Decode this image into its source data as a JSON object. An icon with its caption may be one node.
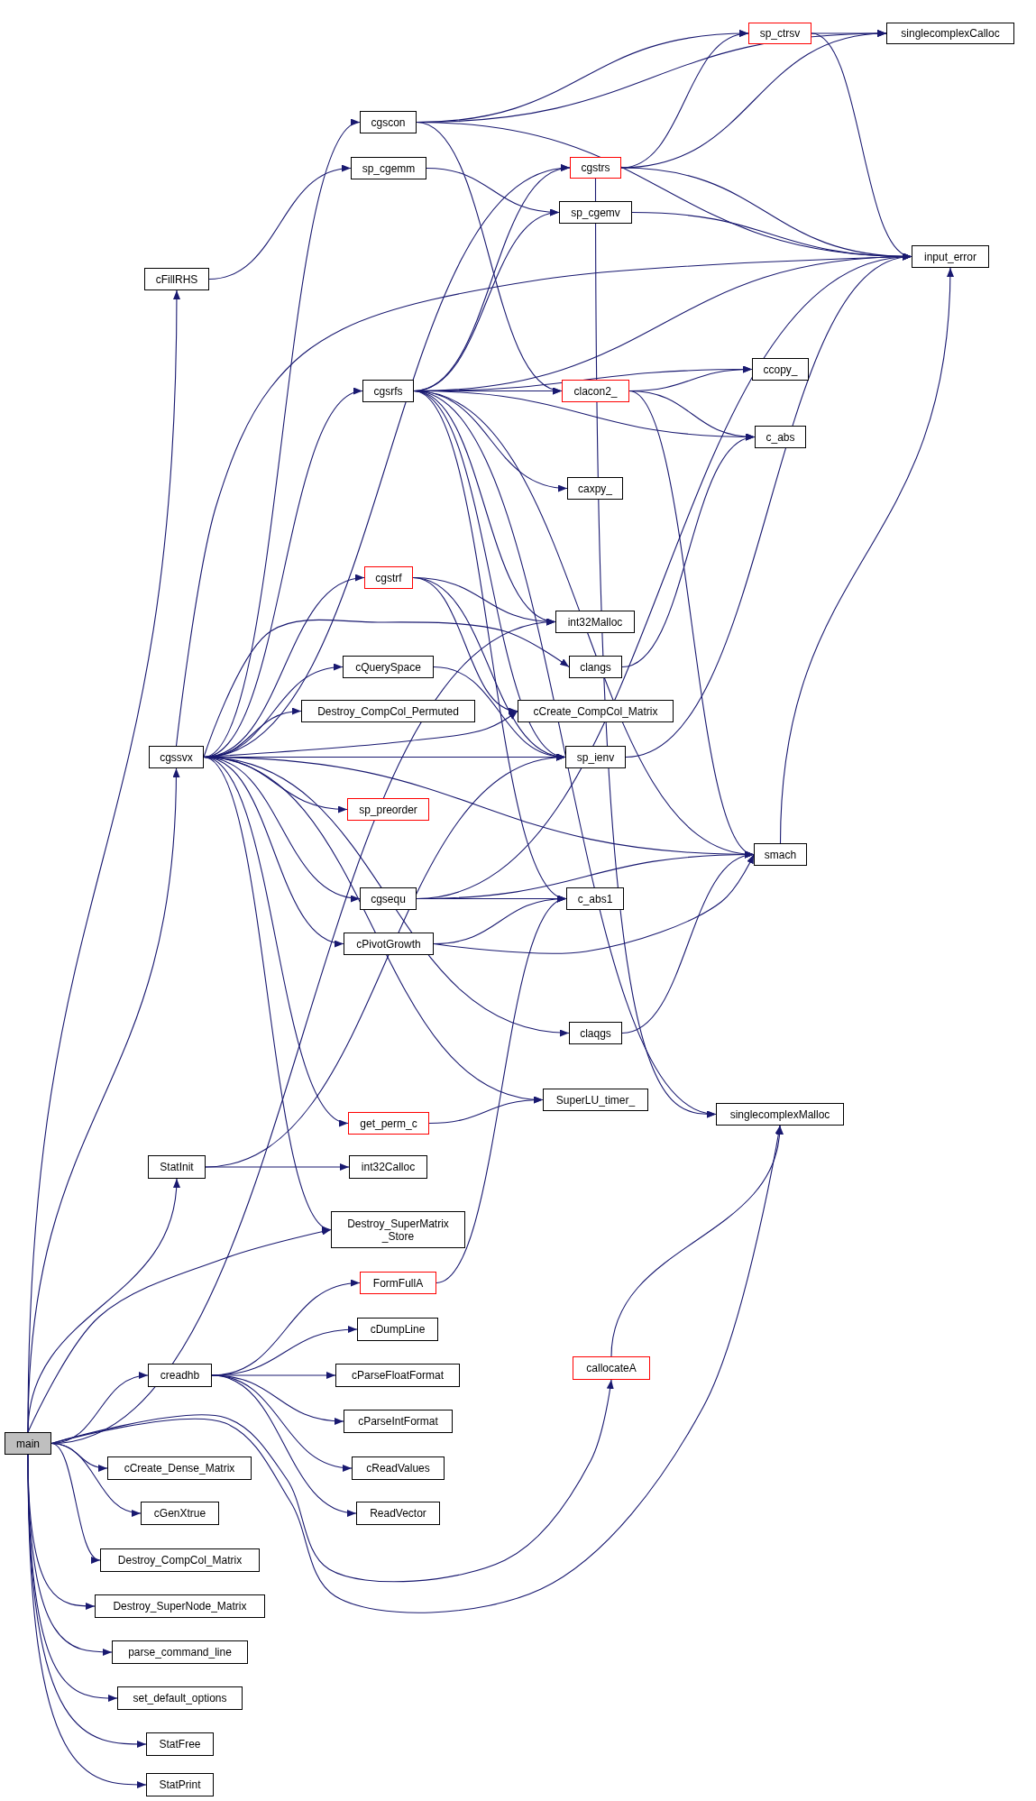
{
  "diagram": {
    "nodes": [
      {
        "text": [
          "main"
        ]
      },
      {
        "text": [
          "cFillRHS"
        ]
      },
      {
        "text": [
          "cgssvx"
        ]
      },
      {
        "text": [
          "StatInit"
        ]
      },
      {
        "text": [
          "Destroy_SuperMatrix _Store"
        ]
      },
      {
        "text": [
          "creadhb"
        ]
      },
      {
        "text": [
          "cCreate_Dense_Matrix"
        ]
      },
      {
        "text": [
          "cGenXtrue"
        ]
      },
      {
        "text": [
          "Destroy_CompCol_Matrix"
        ]
      },
      {
        "text": [
          "Destroy_SuperNode_Matrix"
        ]
      },
      {
        "text": [
          "parse_command_line"
        ]
      },
      {
        "text": [
          "set_default_options"
        ]
      },
      {
        "text": [
          "StatFree"
        ]
      },
      {
        "text": [
          "StatPrint"
        ]
      },
      {
        "text": [
          "callocateA"
        ]
      },
      {
        "text": [
          "singlecomplexMalloc"
        ]
      },
      {
        "text": [
          "int32Malloc"
        ]
      },
      {
        "text": [
          "sp_cgemm"
        ]
      },
      {
        "text": [
          "sp_cgemv"
        ]
      },
      {
        "text": [
          "cgscon"
        ]
      },
      {
        "text": [
          "cgstrs"
        ]
      },
      {
        "text": [
          "input_error"
        ]
      },
      {
        "text": [
          "cgsrfs"
        ]
      },
      {
        "text": [
          "cgstrf"
        ]
      },
      {
        "text": [
          "cQuerySpace"
        ]
      },
      {
        "text": [
          "Destroy_CompCol_Permuted"
        ]
      },
      {
        "text": [
          "cCreate_CompCol_Matrix"
        ]
      },
      {
        "text": [
          "sp_ienv"
        ]
      },
      {
        "text": [
          "sp_preorder"
        ]
      },
      {
        "text": [
          "cgsequ"
        ]
      },
      {
        "text": [
          "cPivotGrowth"
        ]
      },
      {
        "text": [
          "smach"
        ]
      },
      {
        "text": [
          "claqgs"
        ]
      },
      {
        "text": [
          "SuperLU_timer_"
        ]
      },
      {
        "text": [
          "get_perm_c"
        ]
      },
      {
        "text": [
          "int32Calloc"
        ]
      },
      {
        "text": [
          "FormFullA"
        ]
      },
      {
        "text": [
          "cDumpLine"
        ]
      },
      {
        "text": [
          "cParseFloatFormat"
        ]
      },
      {
        "text": [
          "cParseIntFormat"
        ]
      },
      {
        "text": [
          "cReadValues"
        ]
      },
      {
        "text": [
          "ReadVector"
        ]
      },
      {
        "text": [
          "sp_ctrsv"
        ]
      },
      {
        "text": [
          "singlecomplexCalloc"
        ]
      },
      {
        "text": [
          "clacon2_"
        ]
      },
      {
        "text": [
          "ccopy_"
        ]
      },
      {
        "text": [
          "c_abs"
        ]
      },
      {
        "text": [
          "caxpy_"
        ]
      },
      {
        "text": [
          "clangs"
        ]
      },
      {
        "text": [
          "c_abs1"
        ]
      }
    ],
    "edges": [
      {
        "from": 0,
        "to": 1,
        "arrow": "to"
      },
      {
        "from": 0,
        "to": 2,
        "arrow": "to"
      },
      {
        "from": 0,
        "to": 3,
        "arrow": "to"
      },
      {
        "from": 0,
        "to": 4,
        "arrow": "to"
      },
      {
        "from": 0,
        "to": 5,
        "arrow": "to"
      },
      {
        "from": 0,
        "to": 6,
        "arrow": "to"
      },
      {
        "from": 0,
        "to": 7,
        "arrow": "to"
      },
      {
        "from": 0,
        "to": 8,
        "arrow": "to"
      },
      {
        "from": 0,
        "to": 9,
        "arrow": "to"
      },
      {
        "from": 0,
        "to": 10,
        "arrow": "to"
      },
      {
        "from": 0,
        "to": 11,
        "arrow": "to"
      },
      {
        "from": 0,
        "to": 12,
        "arrow": "to"
      },
      {
        "from": 0,
        "to": 13,
        "arrow": "to"
      },
      {
        "from": 0,
        "to": 14,
        "arrow": "to"
      },
      {
        "from": 0,
        "to": 15,
        "arrow": "to"
      },
      {
        "from": 0,
        "to": 16,
        "arrow": "to"
      },
      {
        "from": 1,
        "to": 17,
        "arrow": "to"
      },
      {
        "from": 17,
        "to": 18,
        "arrow": "to"
      },
      {
        "from": 2,
        "to": 19,
        "arrow": "to"
      },
      {
        "from": 2,
        "to": 20,
        "arrow": "to"
      },
      {
        "from": 2,
        "to": 21,
        "arrow": "to"
      },
      {
        "from": 2,
        "to": 22,
        "arrow": "to"
      },
      {
        "from": 2,
        "to": 23,
        "arrow": "to"
      },
      {
        "from": 2,
        "to": 24,
        "arrow": "to"
      },
      {
        "from": 2,
        "to": 25,
        "arrow": "to"
      },
      {
        "from": 2,
        "to": 26,
        "arrow": "to"
      },
      {
        "from": 2,
        "to": 27,
        "arrow": "to"
      },
      {
        "from": 2,
        "to": 28,
        "arrow": "to"
      },
      {
        "from": 2,
        "to": 29,
        "arrow": "to"
      },
      {
        "from": 2,
        "to": 30,
        "arrow": "to"
      },
      {
        "from": 2,
        "to": 31,
        "arrow": "to"
      },
      {
        "from": 2,
        "to": 32,
        "arrow": "to"
      },
      {
        "from": 2,
        "to": 33,
        "arrow": "to"
      },
      {
        "from": 2,
        "to": 34,
        "arrow": "to"
      },
      {
        "from": 2,
        "to": 4,
        "arrow": "to"
      },
      {
        "from": 2,
        "to": 48,
        "arrow": "to"
      },
      {
        "from": 3,
        "to": 27,
        "arrow": "to"
      },
      {
        "from": 3,
        "to": 35,
        "arrow": "to"
      },
      {
        "from": 5,
        "to": 36,
        "arrow": "to"
      },
      {
        "from": 5,
        "to": 37,
        "arrow": "to"
      },
      {
        "from": 5,
        "to": 38,
        "arrow": "to"
      },
      {
        "from": 5,
        "to": 39,
        "arrow": "to"
      },
      {
        "from": 5,
        "to": 40,
        "arrow": "to"
      },
      {
        "from": 5,
        "to": 41,
        "arrow": "to"
      },
      {
        "from": 36,
        "to": 49,
        "arrow": "to"
      },
      {
        "from": 14,
        "to": 15,
        "arrow": "to"
      },
      {
        "from": 19,
        "to": 43,
        "arrow": "to"
      },
      {
        "from": 19,
        "to": 42,
        "arrow": "to"
      },
      {
        "from": 19,
        "to": 21,
        "arrow": "to"
      },
      {
        "from": 19,
        "to": 44,
        "arrow": "to"
      },
      {
        "from": 42,
        "to": 43,
        "arrow": "to"
      },
      {
        "from": 42,
        "to": 21,
        "arrow": "to"
      },
      {
        "from": 20,
        "to": 42,
        "arrow": "to"
      },
      {
        "from": 20,
        "to": 43,
        "arrow": "to"
      },
      {
        "from": 20,
        "to": 21,
        "arrow": "to"
      },
      {
        "from": 20,
        "to": 15,
        "arrow": "to"
      },
      {
        "from": 18,
        "to": 21,
        "arrow": "to"
      },
      {
        "from": 22,
        "to": 20,
        "arrow": "to"
      },
      {
        "from": 22,
        "to": 18,
        "arrow": "to"
      },
      {
        "from": 22,
        "to": 21,
        "arrow": "to"
      },
      {
        "from": 22,
        "to": 45,
        "arrow": "to"
      },
      {
        "from": 22,
        "to": 44,
        "arrow": "to"
      },
      {
        "from": 22,
        "to": 46,
        "arrow": "to"
      },
      {
        "from": 22,
        "to": 47,
        "arrow": "to"
      },
      {
        "from": 22,
        "to": 16,
        "arrow": "to"
      },
      {
        "from": 22,
        "to": 27,
        "arrow": "to"
      },
      {
        "from": 22,
        "to": 31,
        "arrow": "to"
      },
      {
        "from": 22,
        "to": 15,
        "arrow": "to"
      },
      {
        "from": 22,
        "to": 49,
        "arrow": "to"
      },
      {
        "from": 44,
        "to": 45,
        "arrow": "to"
      },
      {
        "from": 44,
        "to": 46,
        "arrow": "to"
      },
      {
        "from": 44,
        "to": 31,
        "arrow": "to"
      },
      {
        "from": 23,
        "to": 16,
        "arrow": "to"
      },
      {
        "from": 23,
        "to": 26,
        "arrow": "to"
      },
      {
        "from": 23,
        "to": 27,
        "arrow": "to"
      },
      {
        "from": 48,
        "to": 46,
        "arrow": "to"
      },
      {
        "from": 24,
        "to": 27,
        "arrow": "to"
      },
      {
        "from": 27,
        "to": 21,
        "arrow": "to"
      },
      {
        "from": 29,
        "to": 31,
        "arrow": "to"
      },
      {
        "from": 29,
        "to": 49,
        "arrow": "to"
      },
      {
        "from": 29,
        "to": 21,
        "arrow": "to"
      },
      {
        "from": 30,
        "to": 49,
        "arrow": "to"
      },
      {
        "from": 30,
        "to": 31,
        "arrow": "to"
      },
      {
        "from": 32,
        "to": 31,
        "arrow": "to"
      },
      {
        "from": 31,
        "to": 21,
        "arrow": "to"
      },
      {
        "from": 34,
        "to": 33,
        "arrow": "to"
      }
    ]
  }
}
